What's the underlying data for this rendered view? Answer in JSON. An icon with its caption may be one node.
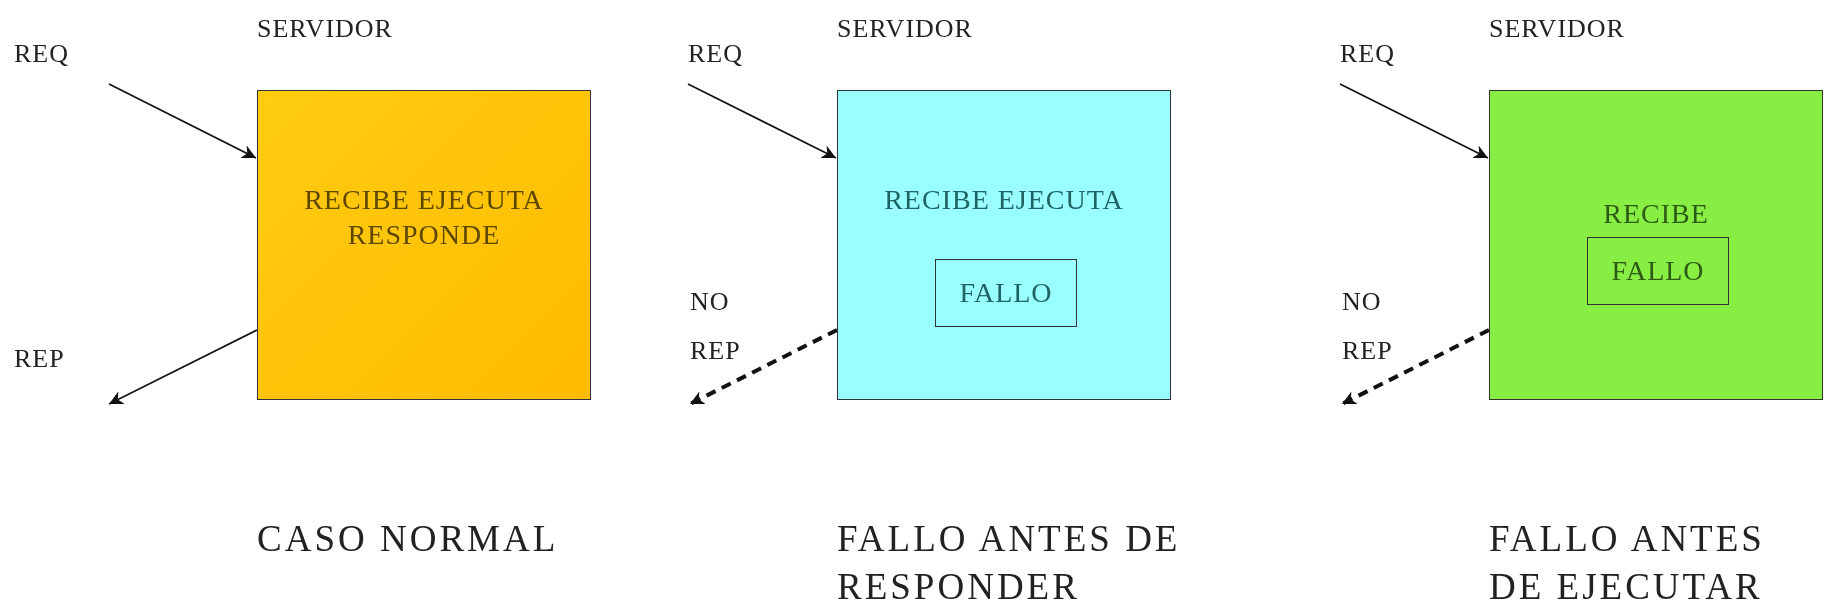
{
  "diagram": {
    "nodes": [
      {
        "text": [
          "REQ"
        ]
      },
      {
        "text": [
          "SERVIDOR",
          "RECIBE EJECUTA RESPONDE"
        ],
        "beside": [
          "CASO NORMAL"
        ]
      },
      {
        "text": [
          "REP"
        ]
      },
      {
        "text": [
          "REQ"
        ]
      },
      {
        "text": [
          "SERVIDOR",
          "RECIBE EJECUTA"
        ],
        "beside": [
          "FALLO ANTES DE RESPONDER"
        ]
      },
      {
        "text": [
          "FALLO"
        ],
        "in": 4
      },
      {
        "text": [
          "NO REP"
        ]
      },
      {
        "text": [
          "REQ"
        ]
      },
      {
        "text": [
          "SERVIDOR",
          "RECIBE"
        ],
        "beside": [
          "FALLO ANTES DE EJECUTAR"
        ]
      },
      {
        "text": [
          "FALLO"
        ],
        "in": 8
      },
      {
        "text": [
          "NO REP"
        ]
      }
    ],
    "edges": [
      {
        "from": 0,
        "to": 1,
        "arrow": "to"
      },
      {
        "from": 1,
        "to": 2,
        "arrow": "to"
      },
      {
        "from": 3,
        "to": 4,
        "arrow": "to"
      },
      {
        "from": 4,
        "to": 6,
        "arrow": "to",
        "style": "dashed"
      },
      {
        "from": 7,
        "to": 8,
        "arrow": "to"
      },
      {
        "from": 8,
        "to": 10,
        "arrow": "to",
        "style": "dashed"
      }
    ]
  }
}
